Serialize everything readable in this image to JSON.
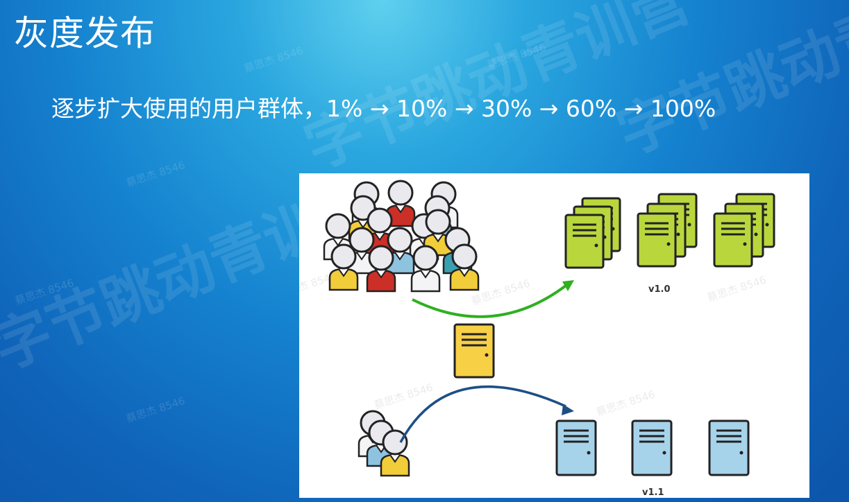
{
  "slide": {
    "title": "灰度发布",
    "subtitle": "逐步扩大使用的用户群体，1% → 10% → 30% → 60% → 100%"
  },
  "diagram": {
    "group_old": {
      "label": "v1.0"
    },
    "group_new": {
      "label": "v1.1"
    }
  },
  "watermark": {
    "text": "字节跳动青训营",
    "name": "蔡思杰 8546"
  },
  "colors": {
    "green_server": "#b9d73c",
    "blue_server": "#a7d3ea",
    "router_server": "#f7d046",
    "green_arrow": "#2eb01f",
    "blue_arrow": "#1d4f85",
    "shirt_yellow": "#f2cd3a",
    "shirt_red": "#cc2f27",
    "shirt_blue": "#8ec3e0",
    "shirt_teal": "#3aa0b0"
  }
}
